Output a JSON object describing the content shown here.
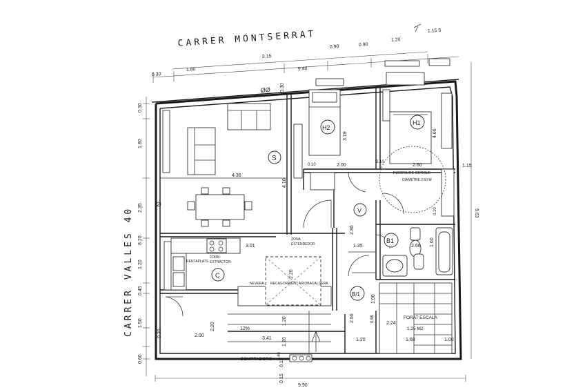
{
  "streets": {
    "top": "CARRER  MONTSERRAT",
    "left": "CARRER  VALLES  40"
  },
  "rooms": {
    "s": "S",
    "h1": "H1",
    "h2": "H2",
    "v": "V",
    "b1": "B1",
    "c": "C",
    "b1_alt": "B/1"
  },
  "notes": {
    "circle_line1": "INSCRIURE CERCLE",
    "circle_line2": "DIAMETRE 2.60 M",
    "forat": "FORAT ESCALA",
    "forat_area": "1.25 M2",
    "zona_line1": "ZONA",
    "zona_line2": "ESTENDEDOR",
    "rentaplats": "RENTAPLATS",
    "forn_line1": "FORN",
    "forn_line2": "EXTRACTOR",
    "nevera": "NEVERA",
    "recalcador": "RECAGORAIENT ARIOBACALDERA",
    "comptadors": "COMPTADORS",
    "slope": "12%",
    "oo": "ØØ"
  },
  "dims": {
    "top": [
      "0.30",
      "1.80",
      "3.15",
      "9.40",
      "0.90",
      "0.90",
      "1.20",
      "1.15 5"
    ],
    "left": [
      "0.30",
      "1.80",
      "2.35",
      "8.20",
      "1.20",
      "0.45",
      "1.50",
      "0.30",
      "0.60"
    ],
    "right": [
      "1.15",
      "9.63"
    ],
    "bottom": [
      "0.15",
      "0.15",
      "9.90"
    ],
    "interior": [
      "0.30",
      "3.19",
      "0.10",
      "2.00",
      "2.60",
      "4.66",
      "4.36",
      "4.10",
      "2.85",
      "0.10",
      "1.35",
      "2.66",
      "1.60",
      "3.01",
      "2.20",
      "1.00",
      "1.20",
      "2.56",
      "0.56",
      "2.24",
      "2.00",
      "2.20",
      "3.41",
      "1.20",
      "0.40",
      "1.20",
      "1.68",
      "1.00",
      "0.10"
    ]
  }
}
